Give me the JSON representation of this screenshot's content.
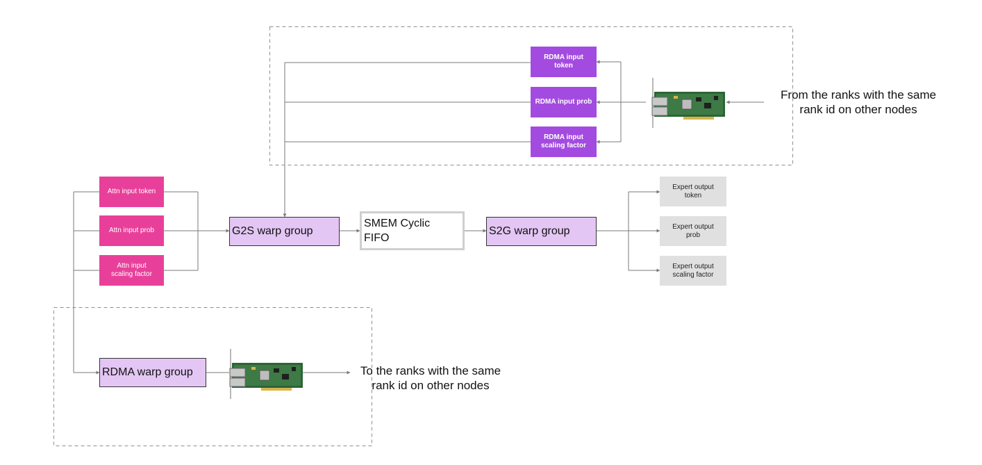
{
  "attn": {
    "token": "Attn input  token",
    "prob": "Attn input prob",
    "scaling": "Attn input\nscaling factor"
  },
  "rdma_in": {
    "token": "RDMA input\ntoken",
    "prob": "RDMA input prob",
    "scaling": "RDMA input\nscaling factor"
  },
  "expert": {
    "token": "Expert output\ntoken",
    "prob": "Expert output\nprob",
    "scaling": "Expert output\nscaling factor"
  },
  "g2s": "G2S warp group",
  "fifo": "SMEM Cyclic\nFIFO",
  "s2g": "S2G warp group",
  "rdma_warp": "RDMA warp group",
  "from_text": "From the ranks with the same\nrank id on other nodes",
  "to_text": "To the ranks with the same\nrank id on other nodes",
  "colors": {
    "attn": "#e8409a",
    "rdma_input": "#a34be0",
    "warp_group": "#e3c6f3",
    "expert_output": "#e0e0e0",
    "fifo_border": "#cfcfcf"
  },
  "icons": [
    "nic-card-icon",
    "nic-card-icon"
  ]
}
